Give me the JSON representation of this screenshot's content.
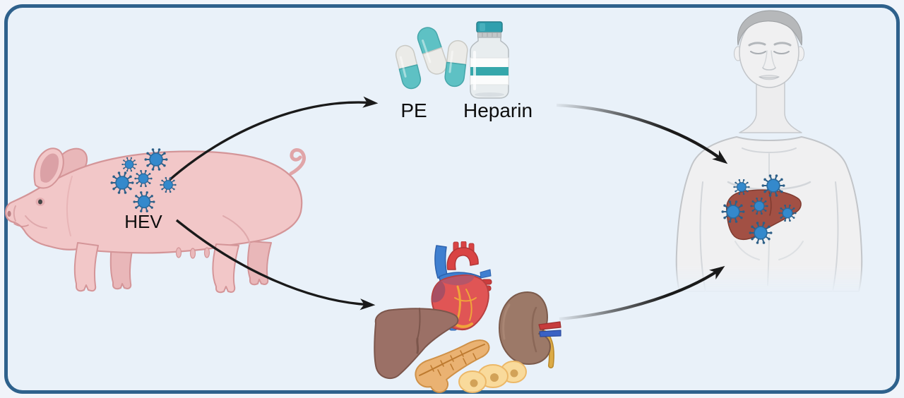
{
  "panel": {
    "background": "#e9f1f9",
    "border_color": "#2e618c"
  },
  "pig_section": {
    "animal": "pig",
    "virus_label": "HEV",
    "virus_count": 6,
    "icons": [
      "pig-icon",
      "hev-virus-icon"
    ]
  },
  "treatment_section": {
    "pe_label": "PE",
    "heparin_label": "Heparin",
    "capsule_count": 3,
    "icons": [
      "capsule-pills-icon",
      "heparin-vial-icon"
    ]
  },
  "organs_section": {
    "icons": [
      "liver-icon",
      "heart-icon",
      "kidney-icon",
      "pancreas-icon",
      "islet-cells-icon"
    ]
  },
  "human_section": {
    "figure": "male upper body, eyes closed",
    "virus_count": 6,
    "icons": [
      "human-figure-icon",
      "infected-liver-icon",
      "hev-virus-icon"
    ]
  },
  "arrows": {
    "color": "#1a1a1a",
    "paths": [
      "pig-to-treatment",
      "pig-to-organs",
      "treatment-to-human",
      "organs-to-human"
    ]
  },
  "colors": {
    "virus_blue": "#3489cc",
    "virus_spike_blue": "#2d5f87",
    "pig_pink": "#f2c7c8",
    "pig_outline": "#d49598",
    "capsule_teal": "#5ec1c4",
    "vial_cap_teal": "#2f9fae",
    "liver_brown": "#9b7066",
    "infected_liver_red": "#a25044",
    "heart_red": "#e05555",
    "vessel_blue": "#3f7fd0",
    "kidney_brown": "#9c7968",
    "pancreas_tan": "#eab272",
    "cell_yellow": "#f9da9b",
    "human_skin_gray": "#f0f0f1",
    "hair_gray": "#b6b8ba"
  }
}
